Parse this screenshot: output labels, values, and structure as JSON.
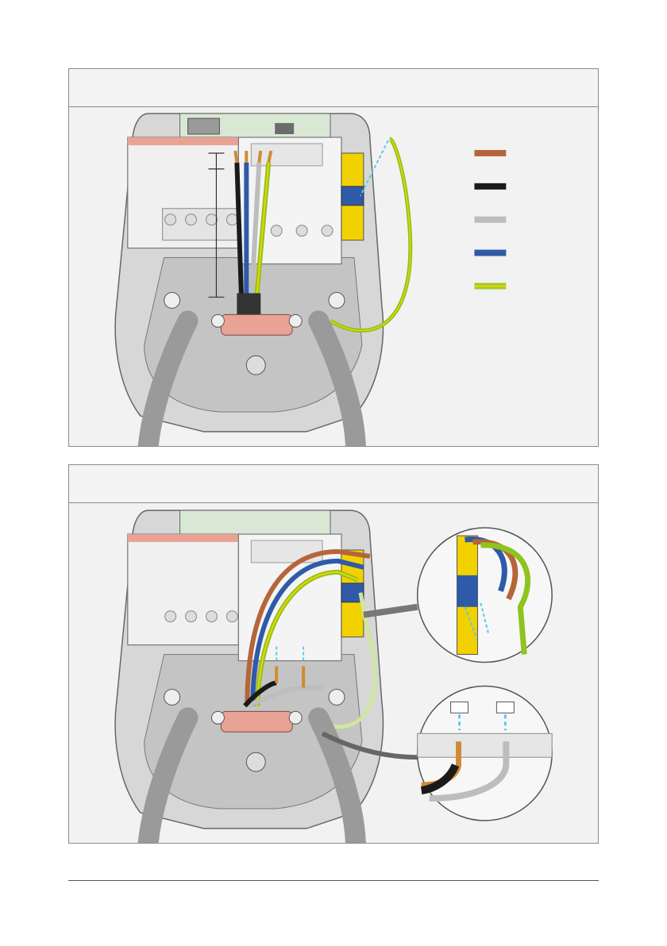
{
  "panels": [
    {
      "title": "",
      "legend": [
        {
          "key": "brown",
          "color": "#b5653a"
        },
        {
          "key": "black",
          "color": "#1a1a1a"
        },
        {
          "key": "grey",
          "color": "#bdbdbd"
        },
        {
          "key": "blue",
          "color": "#2f5aa8"
        },
        {
          "key": "earth",
          "color": "#9ccc2e",
          "stripe": "#f2d100"
        }
      ]
    },
    {
      "title": ""
    }
  ],
  "colors": {
    "brown": "#b5653a",
    "black": "#1a1a1a",
    "grey": "#bdbdbd",
    "blue": "#2f5aa8",
    "green": "#8fc31f",
    "yellow": "#f2d100",
    "copper": "#d08a34",
    "highlight": "#5bc8e8",
    "clamp": "#e8a394",
    "cable": "#9a9a9a"
  }
}
